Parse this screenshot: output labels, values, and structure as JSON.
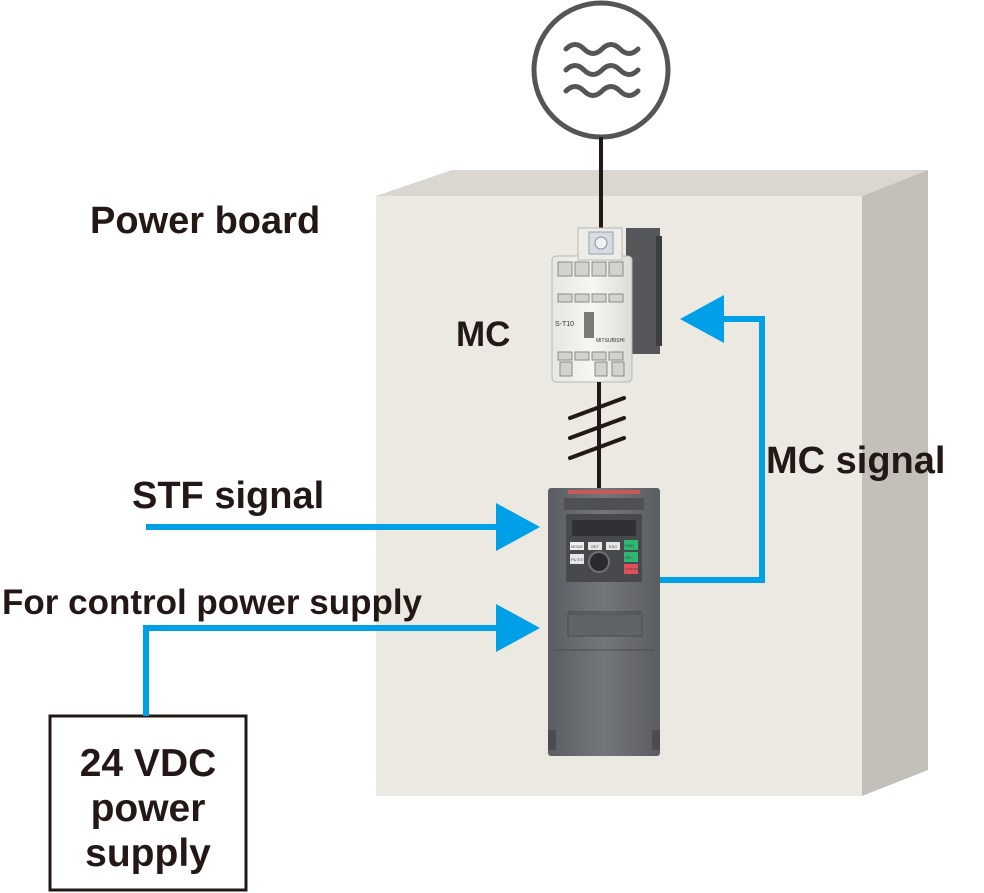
{
  "labels": {
    "power_board": "Power board",
    "mc": "MC",
    "mc_signal": "MC signal",
    "stf_signal": "STF signal",
    "control_power": "For control power supply",
    "supply_box": [
      "24 VDC",
      "power",
      "supply"
    ]
  },
  "contactor": {
    "model": "S-T10",
    "brand": "MITSUBISHI"
  },
  "inverter_keys": [
    "MODE",
    "SET",
    "ESC",
    "FWD",
    "REV",
    "PU EXT",
    "STOP RESET"
  ],
  "colors": {
    "signal_arrow": "#00a0e9",
    "cabinet_front": "#ebe9e2",
    "cabinet_side": "#c2c0b8",
    "cabinet_top": "#d9d7cf",
    "text": "#231815"
  },
  "icons": {
    "ac_source": "ac-source-icon",
    "three_phase": "three-phase-slash-icon"
  }
}
